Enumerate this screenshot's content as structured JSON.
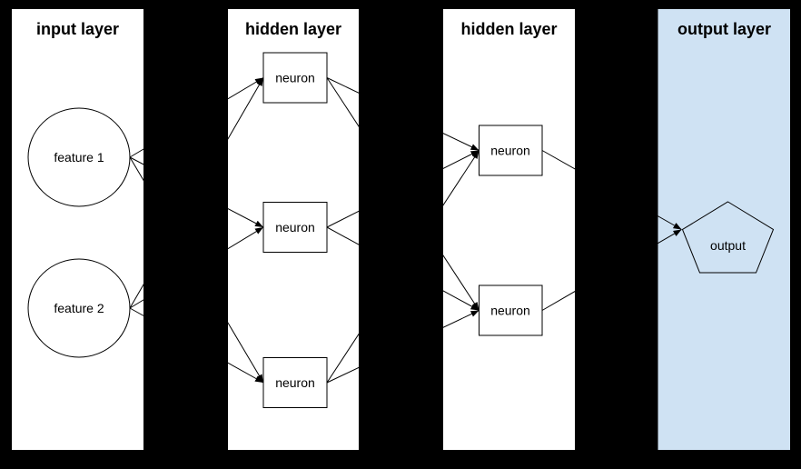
{
  "colors": {
    "background": "#000000",
    "panel_white": "#ffffff",
    "panel_output_blue": "#cfe2f3",
    "node_fill_white": "#ffffff",
    "stroke": "#000000"
  },
  "layers": {
    "input": {
      "title": "input layer",
      "nodes": [
        {
          "label": "feature 1"
        },
        {
          "label": "feature 2"
        }
      ]
    },
    "hidden1": {
      "title": "hidden layer",
      "nodes": [
        {
          "label": "neuron"
        },
        {
          "label": "neuron"
        },
        {
          "label": "neuron"
        }
      ]
    },
    "hidden2": {
      "title": "hidden layer",
      "nodes": [
        {
          "label": "neuron"
        },
        {
          "label": "neuron"
        }
      ]
    },
    "output": {
      "title": "output layer",
      "nodes": [
        {
          "label": "output"
        }
      ]
    }
  }
}
